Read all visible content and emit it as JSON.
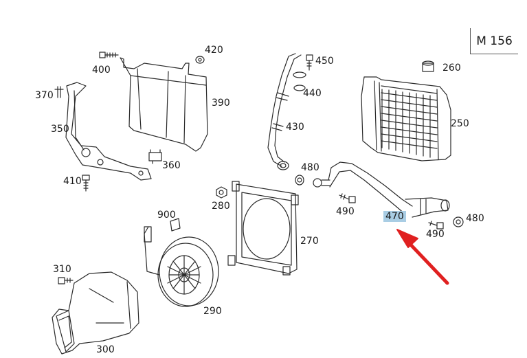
{
  "model": "M 156",
  "callouts": [
    {
      "id": "400",
      "text": "400"
    },
    {
      "id": "420",
      "text": "420"
    },
    {
      "id": "370",
      "text": "370"
    },
    {
      "id": "390",
      "text": "390"
    },
    {
      "id": "350",
      "text": "350"
    },
    {
      "id": "360",
      "text": "360"
    },
    {
      "id": "410",
      "text": "410"
    },
    {
      "id": "450",
      "text": "450"
    },
    {
      "id": "440",
      "text": "440"
    },
    {
      "id": "430",
      "text": "430"
    },
    {
      "id": "480a",
      "text": "480"
    },
    {
      "id": "260",
      "text": "260"
    },
    {
      "id": "250",
      "text": "250"
    },
    {
      "id": "280",
      "text": "280"
    },
    {
      "id": "490a",
      "text": "490"
    },
    {
      "id": "470",
      "text": "470",
      "highlighted": true
    },
    {
      "id": "480b",
      "text": "480"
    },
    {
      "id": "490b",
      "text": "490"
    },
    {
      "id": "900",
      "text": "900"
    },
    {
      "id": "270",
      "text": "270"
    },
    {
      "id": "310",
      "text": "310"
    },
    {
      "id": "290",
      "text": "290"
    },
    {
      "id": "300",
      "text": "300"
    }
  ],
  "colors": {
    "highlight": "#a9cde4",
    "arrow": "#e02020",
    "line": "#2a2a2a"
  }
}
